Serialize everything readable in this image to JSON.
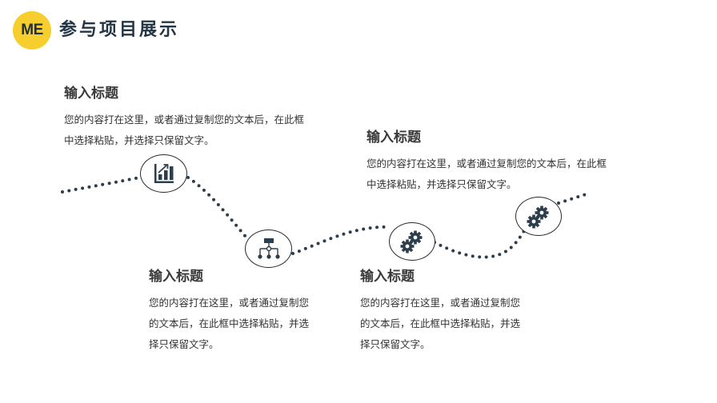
{
  "header": {
    "badge": "ME",
    "title": "参与项目展示"
  },
  "colors": {
    "accent_yellow": "#f6cf2e",
    "dark_slate": "#2c3e4c",
    "title": "#243645",
    "text": "#333333"
  },
  "items": [
    {
      "title": "输入标题",
      "body": "您的内容打在这里，或者通过复制您的文本后，在此框中选择粘贴，并选择只保留文字。",
      "icon": "bar-chart-growth-icon"
    },
    {
      "title": "输入标题",
      "body": "您的内容打在这里，或者通过复制您的文本后，在此框中选择粘贴，并选择只保留文字。",
      "icon": "org-chart-icon"
    },
    {
      "title": "输入标题",
      "body": "您的内容打在这里，或者通过复制您的文本后，在此框中选择粘贴，并选择只保留文字。",
      "icon": "gears-icon"
    },
    {
      "title": "输入标题",
      "body": "您的内容打在这里，或者通过复制您的文本后，在此框中选择粘贴，并选择只保留文字。",
      "icon": "gears-icon"
    }
  ]
}
